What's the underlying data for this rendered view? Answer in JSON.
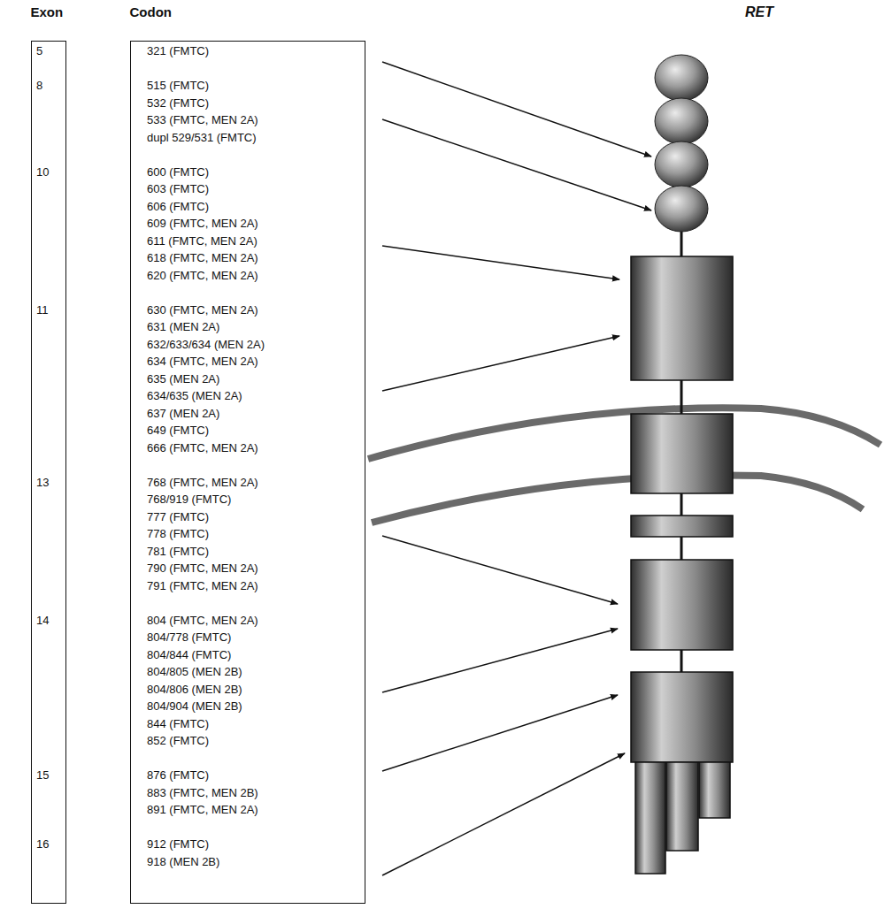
{
  "diagram": {
    "nodes": [
      {
        "text": [
          "Exon",
          "5",
          "8",
          "10",
          "11",
          "13",
          "14",
          "15",
          "16"
        ]
      },
      {
        "text": [
          "Codon",
          "321 (FMTC)",
          "515 (FMTC)",
          "532 (FMTC)",
          "533 (FMTC, MEN 2A)",
          "dupl 529/531 (FMTC)",
          "600 (FMTC)",
          "603 (FMTC)",
          "606 (FMTC)",
          "609 (FMTC, MEN 2A)",
          "611 (FMTC, MEN 2A)",
          "618 (FMTC, MEN 2A)",
          "620 (FMTC, MEN 2A)",
          "630 (FMTC, MEN 2A)",
          "631 (MEN 2A)",
          "632/633/634 (MEN 2A)",
          "634 (FMTC, MEN 2A)",
          "635 (MEN 2A)",
          "634/635 (MEN 2A)",
          "637 (MEN 2A)",
          "649 (FMTC)",
          "666 (FMTC, MEN 2A)",
          "768 (FMTC, MEN 2A)",
          "768/919 (FMTC)",
          "777 (FMTC)",
          "778 (FMTC)",
          "781 (FMTC)",
          "790 (FMTC, MEN 2A)",
          "791 (FMTC, MEN 2A)",
          "804 (FMTC, MEN 2A)",
          "804/778 (FMTC)",
          "804/844 (FMTC)",
          "804/805 (MEN 2B)",
          "804/806 (MEN 2B)",
          "804/904 (MEN 2B)",
          "844 (FMTC)",
          "852 (FMTC)",
          "876 (FMTC)",
          "883 (FMTC, MEN 2B)",
          "891 (FMTC, MEN 2A)",
          "912 (FMTC)",
          "918 (MEN 2B)"
        ]
      }
    ],
    "labels": [
      "RET"
    ]
  }
}
